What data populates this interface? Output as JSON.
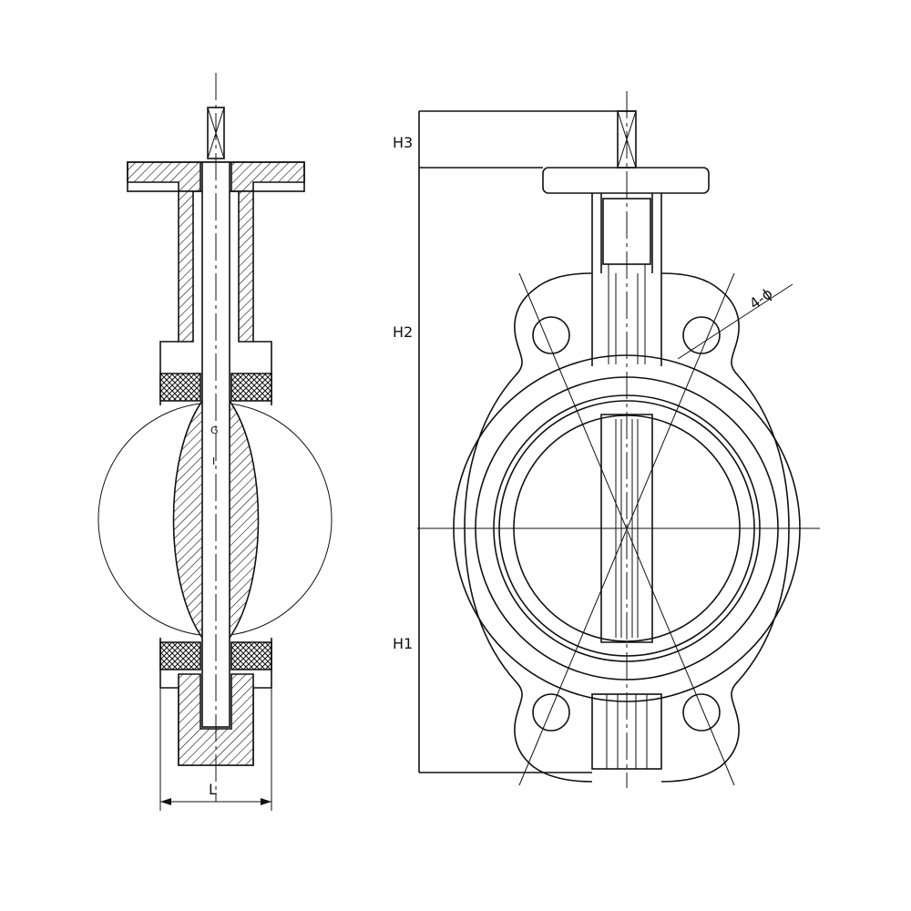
{
  "labels": {
    "dim_l": "L",
    "dim_h1": "H1",
    "dim_h2": "H2",
    "dim_h3": "H3",
    "dim_bolt": "4-ϕ",
    "mark_g": "G",
    "mark_i": "I"
  }
}
